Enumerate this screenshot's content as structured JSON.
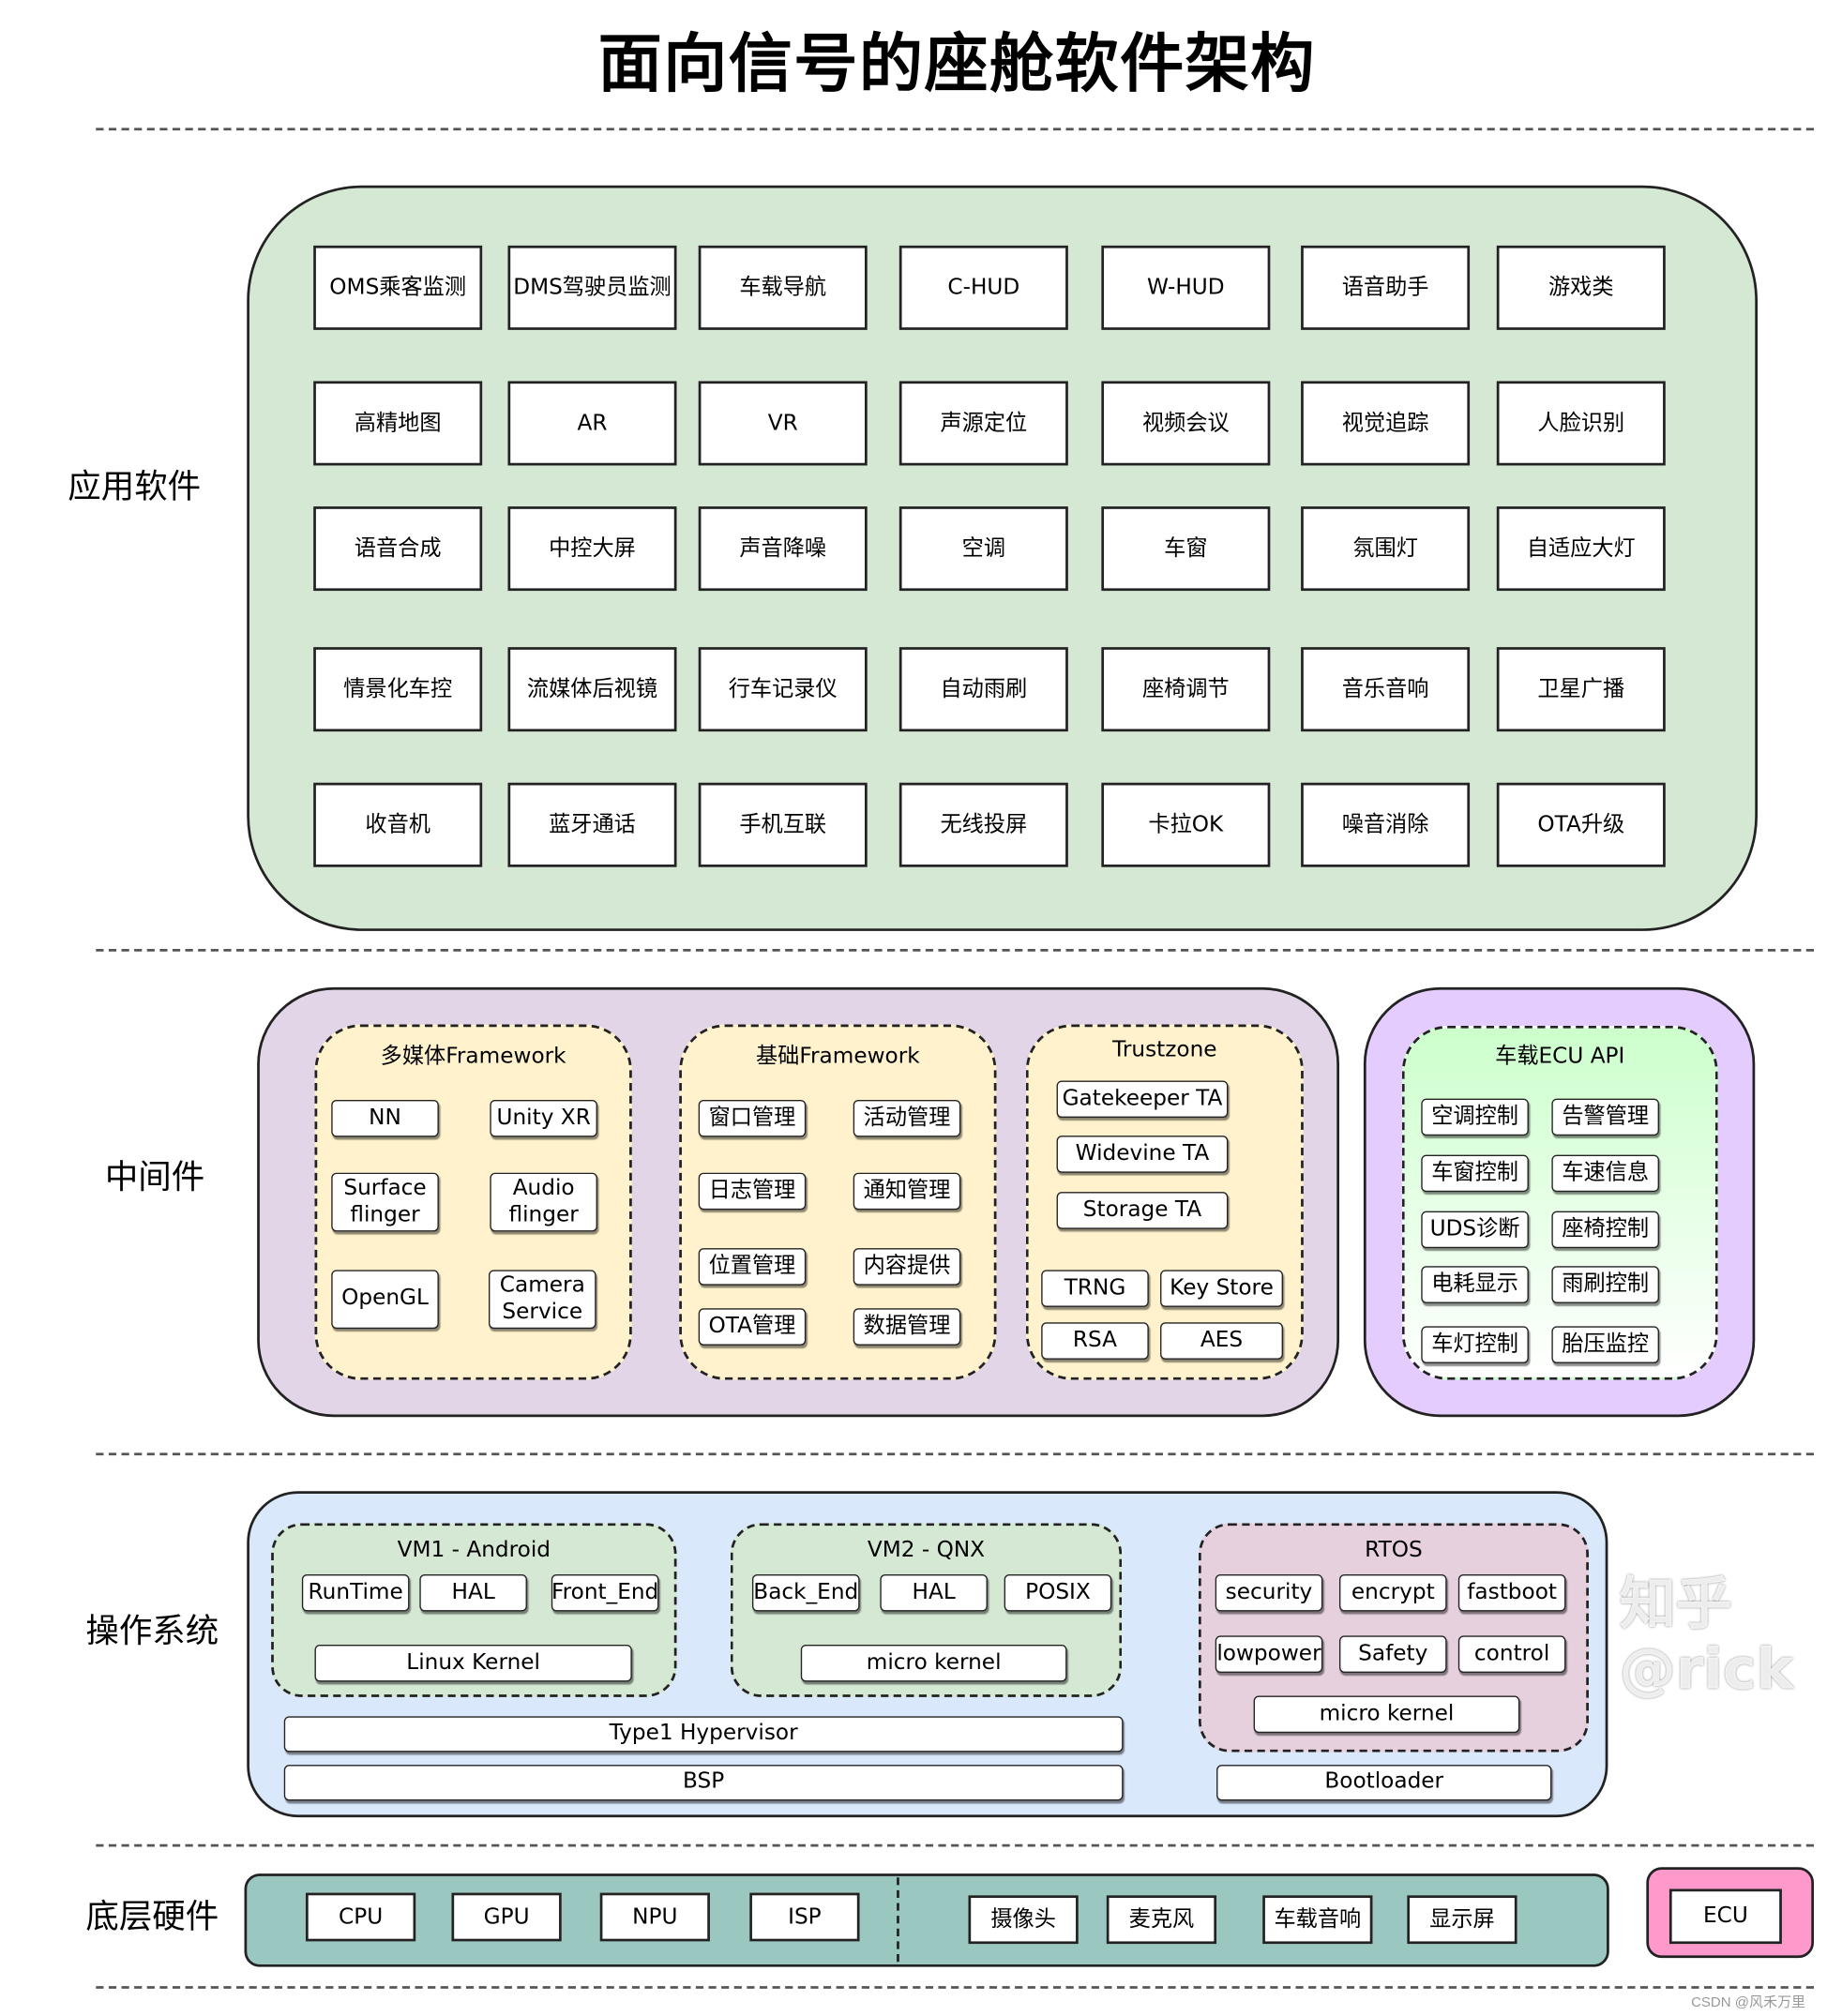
{
  "title": "面向信号的座舱软件架构",
  "colors": {
    "app": "#d5e8d4",
    "middleware": "#e1d5e7",
    "ecu_api_outer": "#e5ccff",
    "framework": "#fff2cc",
    "os": "#dae8fc",
    "rtos": "#e6d0de",
    "hardware": "#9ac7bf",
    "ecu": "#ff99cc"
  },
  "layers": {
    "app": "应用软件",
    "middleware": "中间件",
    "os": "操作系统",
    "hardware": "底层硬件"
  },
  "app_software": [
    [
      "OMS乘客监测",
      "DMS驾驶员监测",
      "车载导航",
      "C-HUD",
      "W-HUD",
      "语音助手",
      "游戏类"
    ],
    [
      "高精地图",
      "AR",
      "VR",
      "声源定位",
      "视频会议",
      "视觉追踪",
      "人脸识别"
    ],
    [
      "语音合成",
      "中控大屏",
      "声音降噪",
      "空调",
      "车窗",
      "氛围灯",
      "自适应大灯"
    ],
    [
      "情景化车控",
      "流媒体后视镜",
      "行车记录仪",
      "自动雨刷",
      "座椅调节",
      "音乐音响",
      "卫星广播"
    ],
    [
      "收音机",
      "蓝牙通话",
      "手机互联",
      "无线投屏",
      "卡拉OK",
      "噪音消除",
      "OTA升级"
    ]
  ],
  "middleware": {
    "multimedia": {
      "title": "多媒体Framework",
      "items": [
        "NN",
        "Unity XR",
        "Surface\nflinger",
        "Audio\nflinger",
        "OpenGL",
        "Camera\nService"
      ]
    },
    "base": {
      "title": "基础Framework",
      "items": [
        "窗口管理",
        "活动管理",
        "日志管理",
        "通知管理",
        "位置管理",
        "内容提供",
        "OTA管理",
        "数据管理"
      ]
    },
    "trustzone": {
      "title": "Trustzone",
      "items": [
        "Gatekeeper TA",
        "Widevine TA",
        "Storage TA",
        "TRNG",
        "Key Store",
        "RSA",
        "AES"
      ]
    },
    "ecu_api": {
      "title": "车载ECU API",
      "items": [
        "空调控制",
        "告警管理",
        "车窗控制",
        "车速信息",
        "UDS诊断",
        "座椅控制",
        "电耗显示",
        "雨刷控制",
        "车灯控制",
        "胎压监控"
      ]
    }
  },
  "os": {
    "vm1": {
      "title": "VM1 - Android",
      "items": [
        "RunTime",
        "HAL",
        "Front_End"
      ],
      "kernel": "Linux Kernel"
    },
    "vm2": {
      "title": "VM2 - QNX",
      "items": [
        "Back_End",
        "HAL",
        "POSIX"
      ],
      "kernel": "micro kernel"
    },
    "rtos": {
      "title": "RTOS",
      "items": [
        "security",
        "encrypt",
        "fastboot",
        "lowpower",
        "Safety",
        "control"
      ],
      "kernel": "micro kernel"
    },
    "hypervisor": "Type1 Hypervisor",
    "bsp": "BSP",
    "bootloader": "Bootloader"
  },
  "hardware": {
    "compute": [
      "CPU",
      "GPU",
      "NPU",
      "ISP"
    ],
    "peripherals": [
      "摄像头",
      "麦克风",
      "车载音响",
      "显示屏"
    ],
    "ecu": "ECU"
  },
  "watermark": {
    "zhihu": "知乎 @rick",
    "csdn": "CSDN @风禾万里"
  }
}
